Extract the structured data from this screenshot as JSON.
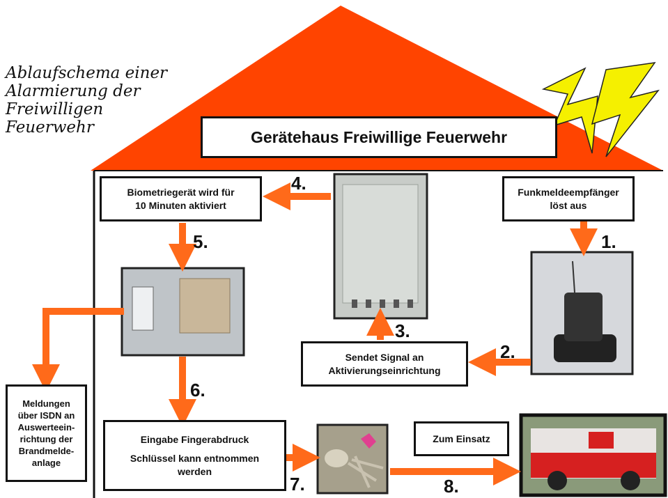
{
  "title_lines": [
    "Ablaufschema einer",
    "Alarmierung der",
    "Freiwilligen",
    "Feuerwehr"
  ],
  "header_box": "Gerätehaus Freiwillige Feuerwehr",
  "boxes": {
    "funkmelde": [
      "Funkmeldeempfänger",
      "löst aus"
    ],
    "biometrie": [
      "Biometriegerät wird für",
      "10 Minuten aktiviert"
    ],
    "sendet": [
      "Sendet Signal an",
      "Aktivierungseinrichtung"
    ],
    "meldungen": [
      "Meldungen",
      "über ISDN an",
      "Auswerteein-",
      "richtung der",
      "Brandmelde-",
      "anlage"
    ],
    "eingabe_line1": "Eingabe Fingerabdruck",
    "eingabe_line2": [
      "Schlüssel kann entnommen",
      "werden"
    ],
    "einsatz": "Zum Einsatz"
  },
  "steps": [
    "1.",
    "2.",
    "3.",
    "4.",
    "5.",
    "6.",
    "7.",
    "8."
  ],
  "colors": {
    "roof": "#ff4400",
    "arrow": "#ff6a1a",
    "lightning": "#f5f000"
  },
  "icons": [
    "lightning-bolt-icon",
    "pager-receiver-photo",
    "activation-box-photo",
    "biometric-reader-photo",
    "keys-photo",
    "fire-truck-photo"
  ]
}
